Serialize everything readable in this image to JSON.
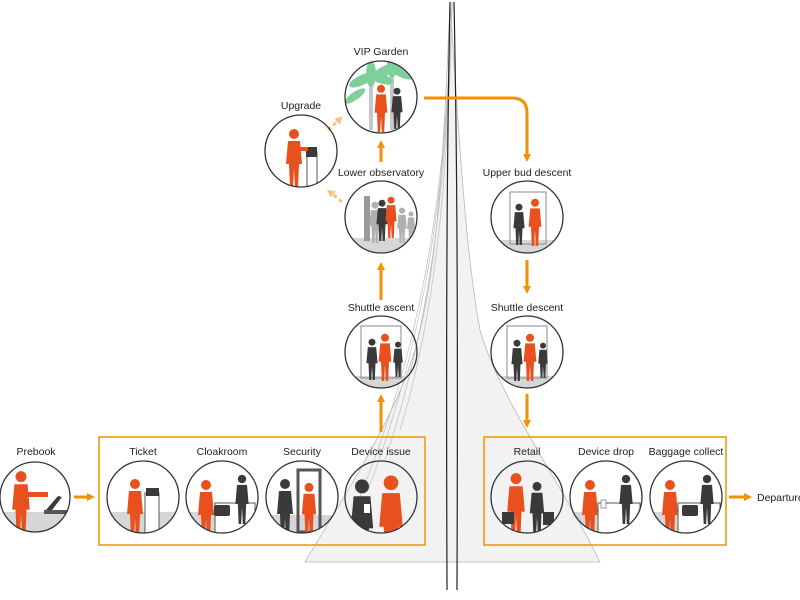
{
  "colors": {
    "accent": "#f39200",
    "person": "#e8501e",
    "person_dark": "#3a3a3a",
    "person_light": "#b0b0b0",
    "palm": "#7fcf9a",
    "circle_stroke": "#333333",
    "tower_fill": "#f2f2f2"
  },
  "stations": {
    "prebook": "Prebook",
    "ticket": "Ticket",
    "cloakroom": "Cloakroom",
    "security": "Security",
    "device_issue": "Device issue",
    "shuttle_ascent": "Shuttle ascent",
    "lower_observatory": "Lower observatory",
    "upgrade": "Upgrade",
    "vip_garden": "VIP Garden",
    "upper_bud_descent": "Upper bud descent",
    "shuttle_descent": "Shuttle descent",
    "retail": "Retail",
    "device_drop": "Device drop",
    "baggage_collect": "Baggage collect",
    "departure": "Departure"
  }
}
